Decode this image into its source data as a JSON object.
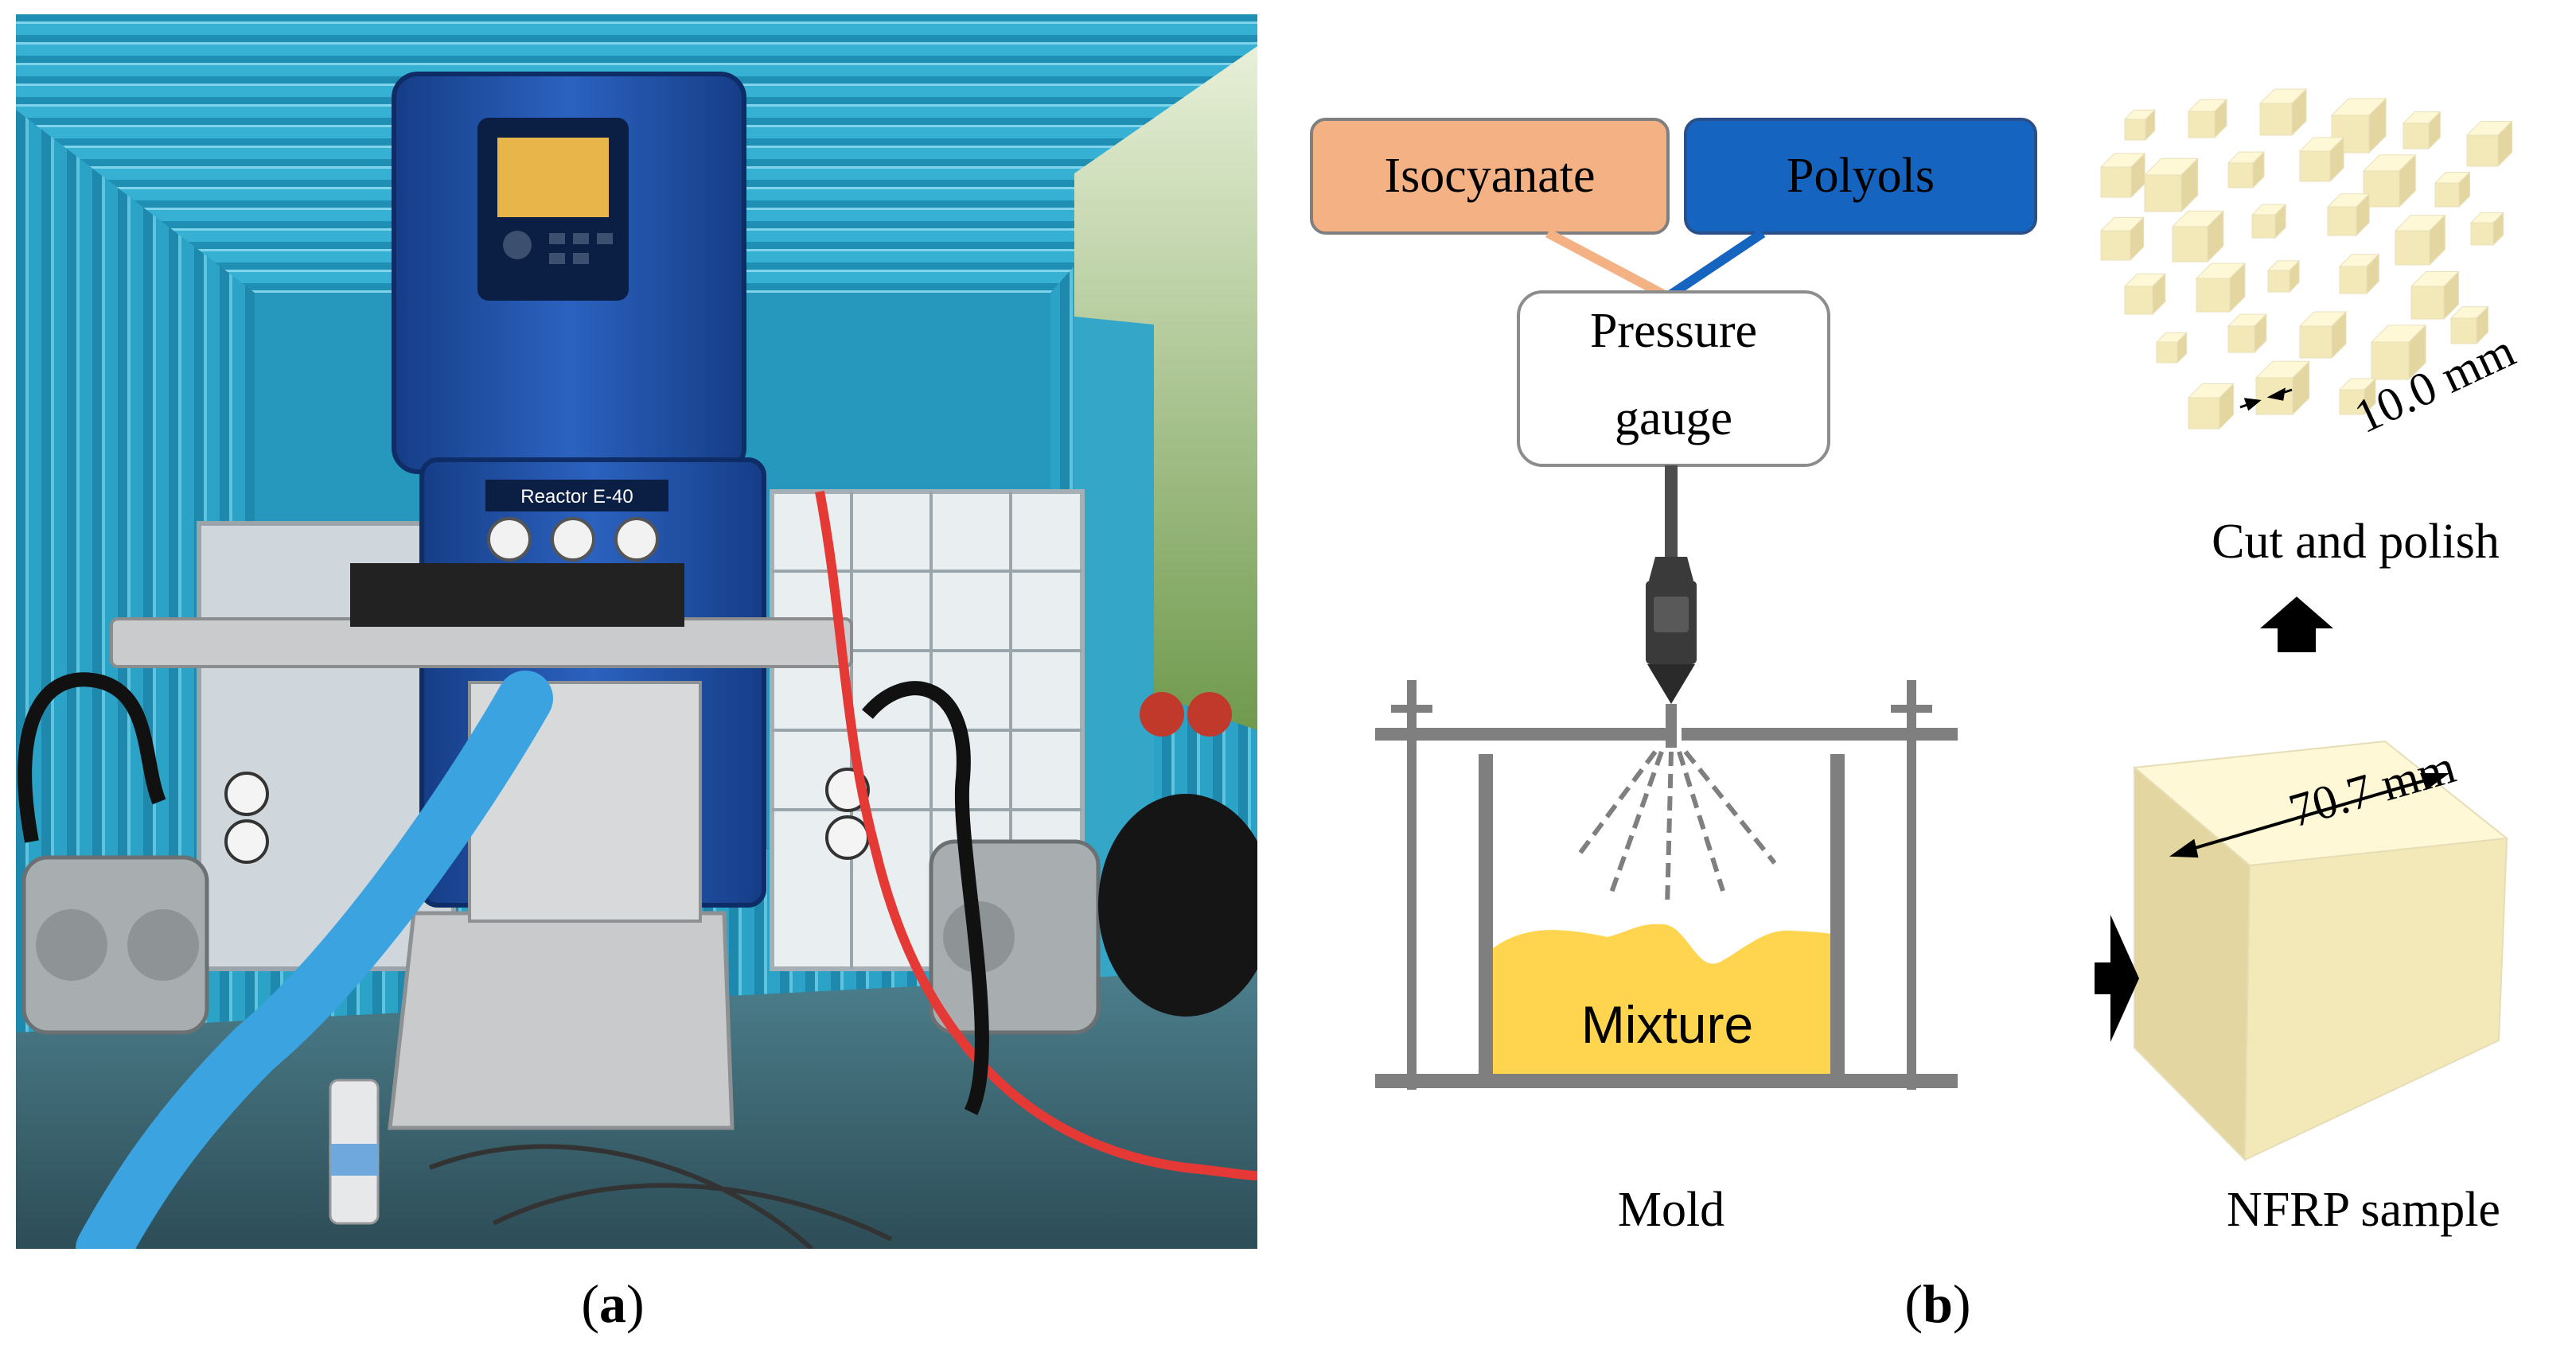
{
  "panel_a": {
    "caption_letter": "a",
    "caption_open": "(",
    "caption_close": ")",
    "equipment_badge": "Reactor E-40"
  },
  "panel_b": {
    "caption_letter": "b",
    "caption_open": "(",
    "caption_close": ")",
    "isocyanate": "Isocyanate",
    "polyols": "Polyols",
    "pressure_gauge_line1": "Pressure",
    "pressure_gauge_line2": "gauge",
    "mixture": "Mixture",
    "mold": "Mold",
    "cut_and_polish": "Cut and polish",
    "small_cube_dim": "10.0 mm",
    "large_cube_dim": "70.7 mm",
    "sample": "NFRP sample"
  },
  "colors": {
    "isocyanate_fill": "#F4B183",
    "polyols_fill": "#1565C0",
    "mixture_fill": "#FFD54F",
    "mold_gray": "#7F7F7F",
    "cube_light": "#FFF8D6",
    "cube_mid": "#F3E9B8",
    "cube_dark": "#E3D6A0",
    "container_blue": "#2AA3C7",
    "machine_blue": "#1D4E9E"
  }
}
